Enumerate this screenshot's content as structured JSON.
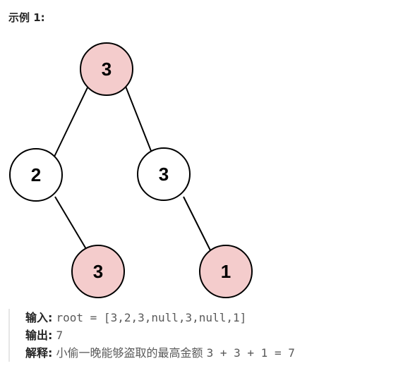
{
  "example": {
    "heading": "示例 1:"
  },
  "tree": {
    "nodes": [
      {
        "id": "root",
        "value": "3",
        "highlighted": true
      },
      {
        "id": "left",
        "value": "2",
        "highlighted": false
      },
      {
        "id": "right",
        "value": "3",
        "highlighted": false
      },
      {
        "id": "left-right",
        "value": "3",
        "highlighted": true
      },
      {
        "id": "right-right",
        "value": "1",
        "highlighted": true
      }
    ],
    "colors": {
      "highlight_fill": "#f4cccc",
      "normal_fill": "#ffffff",
      "stroke": "#000000"
    }
  },
  "io": {
    "input_label": "输入:",
    "input_value": "root = [3,2,3,null,3,null,1]",
    "output_label": "输出:",
    "output_value": "7",
    "explanation_label": "解释:",
    "explanation_text": "小偷一晚能够盗取的最高金额",
    "explanation_formula": "3 + 3 + 1 = 7"
  }
}
